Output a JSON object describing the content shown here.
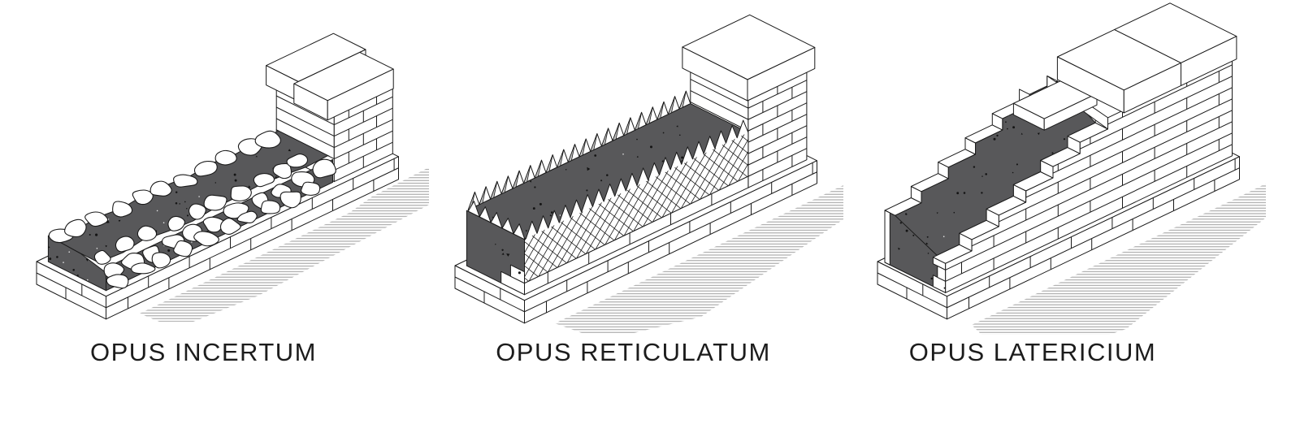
{
  "page": {
    "background": "#ffffff"
  },
  "colors": {
    "line": "#1a1a1a",
    "core": "#58585a",
    "speckle_dark": "#141414",
    "speckle_light": "#ffffff",
    "face_white": "#ffffff",
    "tooth_shade": "#c4c4c4",
    "shadow_line": "#9a9a9a",
    "text": "#1c1c1c"
  },
  "figures": [
    {
      "id": "incertum",
      "label": "OPUS INCERTUM"
    },
    {
      "id": "reticulatum",
      "label": "OPUS RETICULATUM"
    },
    {
      "id": "latericium",
      "label": "OPUS LATERICIUM"
    }
  ]
}
